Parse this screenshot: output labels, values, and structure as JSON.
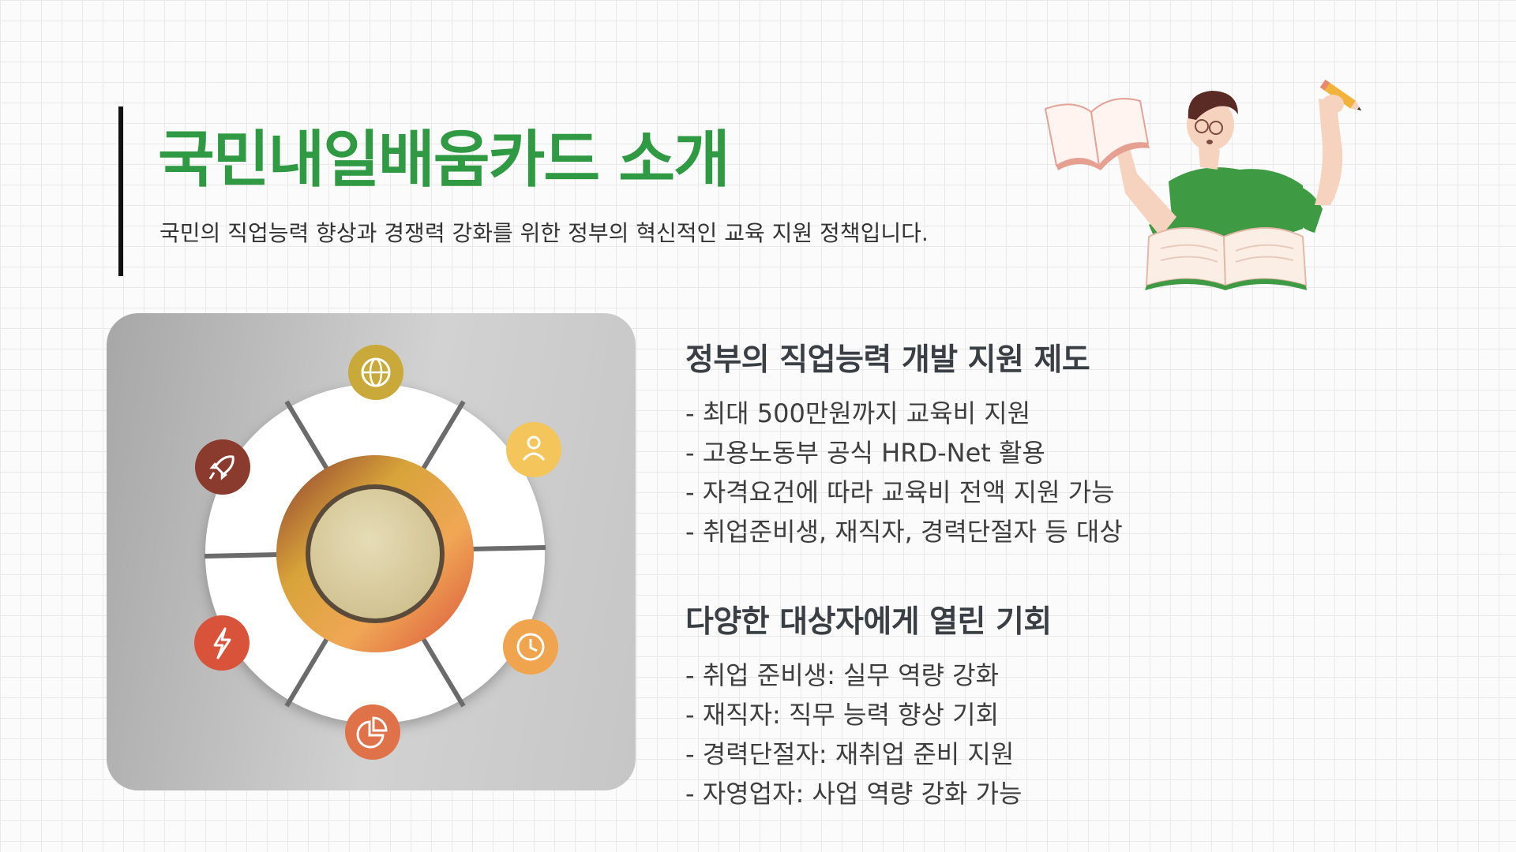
{
  "header": {
    "title": "국민내일배움카드 소개",
    "subtitle": "국민의 직업능력 향상과 경쟁력 강화를 위한 정부의 혁신적인 교육 지원 정책입니다."
  },
  "sections": [
    {
      "heading": "정부의 직업능력 개발 지원 제도",
      "items": [
        "- 최대 500만원까지 교육비 지원",
        "- 고용노동부 공식 HRD-Net 활용",
        "- 자격요건에 따라 교육비 전액 지원 가능",
        "- 취업준비생, 재직자, 경력단절자 등 대상"
      ]
    },
    {
      "heading": "다양한 대상자에게 열린 기회",
      "items": [
        "- 취업 준비생: 실무 역량 강화",
        "- 재직자: 직무 능력 향상 기회",
        "- 경력단절자: 재취업 준비 지원",
        "- 자영업자: 사업 역량 강화 가능"
      ]
    }
  ],
  "diagram": {
    "icons": [
      {
        "name": "globe-icon",
        "color": "#c9a93a"
      },
      {
        "name": "user-icon",
        "color": "#f4c55a"
      },
      {
        "name": "clock-icon",
        "color": "#f1a44e"
      },
      {
        "name": "pie-chart-icon",
        "color": "#e0724a"
      },
      {
        "name": "lightning-icon",
        "color": "#d9533b"
      },
      {
        "name": "rocket-icon",
        "color": "#8b3a2e"
      }
    ]
  },
  "colors": {
    "title_green": "#2f9a43",
    "accent_bar": "#111111"
  }
}
